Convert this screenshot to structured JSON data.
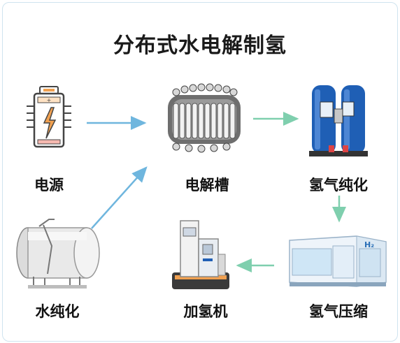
{
  "title": "分布式水电解制氢",
  "nodes": {
    "power": "电源",
    "electrolyzer": "电解槽",
    "h2_purify": "氢气纯化",
    "water_purify": "水纯化",
    "refuel": "加氢机",
    "h2_compress": "氢气压缩"
  },
  "compressor_badge": "H₂",
  "colors": {
    "arrow_blue": "#6fb6de",
    "arrow_green": "#7fcfae",
    "accent_orange": "#f0a050",
    "machine_blue": "#1f5fb5"
  }
}
